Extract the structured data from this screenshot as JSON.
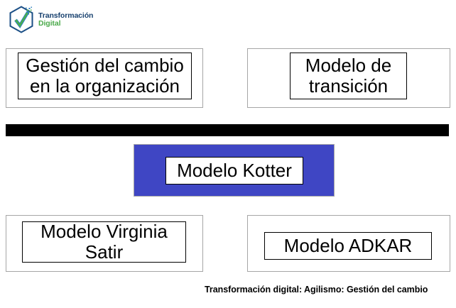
{
  "logo": {
    "icon_name": "hexagon-checkmark-logo",
    "line1": "Transformación",
    "line2": "Digital",
    "color_line1": "#17406e",
    "color_line2": "#4aa94a"
  },
  "boxes": [
    {
      "id": "gestion-del-cambio",
      "text": "Gestión del cambio en la organización",
      "fill": "#ffffff",
      "outer_border": "#a6a6a6",
      "inner_border": "#000000"
    },
    {
      "id": "modelo-de-transicion",
      "text": "Modelo de transición",
      "fill": "#ffffff",
      "outer_border": "#a6a6a6",
      "inner_border": "#000000"
    },
    {
      "id": "modelo-kotter",
      "text": "Modelo Kotter",
      "fill": "#3f46c4",
      "outer_border": "#a6a6a6",
      "inner_border": "#000000"
    },
    {
      "id": "modelo-virginia-satir",
      "text": "Modelo Virginia Satir",
      "fill": "#ffffff",
      "outer_border": "#a6a6a6",
      "inner_border": "#000000"
    },
    {
      "id": "modelo-adkar",
      "text": "Modelo ADKAR",
      "fill": "#ffffff",
      "outer_border": "#a6a6a6",
      "inner_border": "#000000"
    }
  ],
  "divider": {
    "name": "black-separator-bar",
    "color": "#000000"
  },
  "footer": {
    "caption": "Transformación digital: Agilismo: Gestión del cambio"
  }
}
